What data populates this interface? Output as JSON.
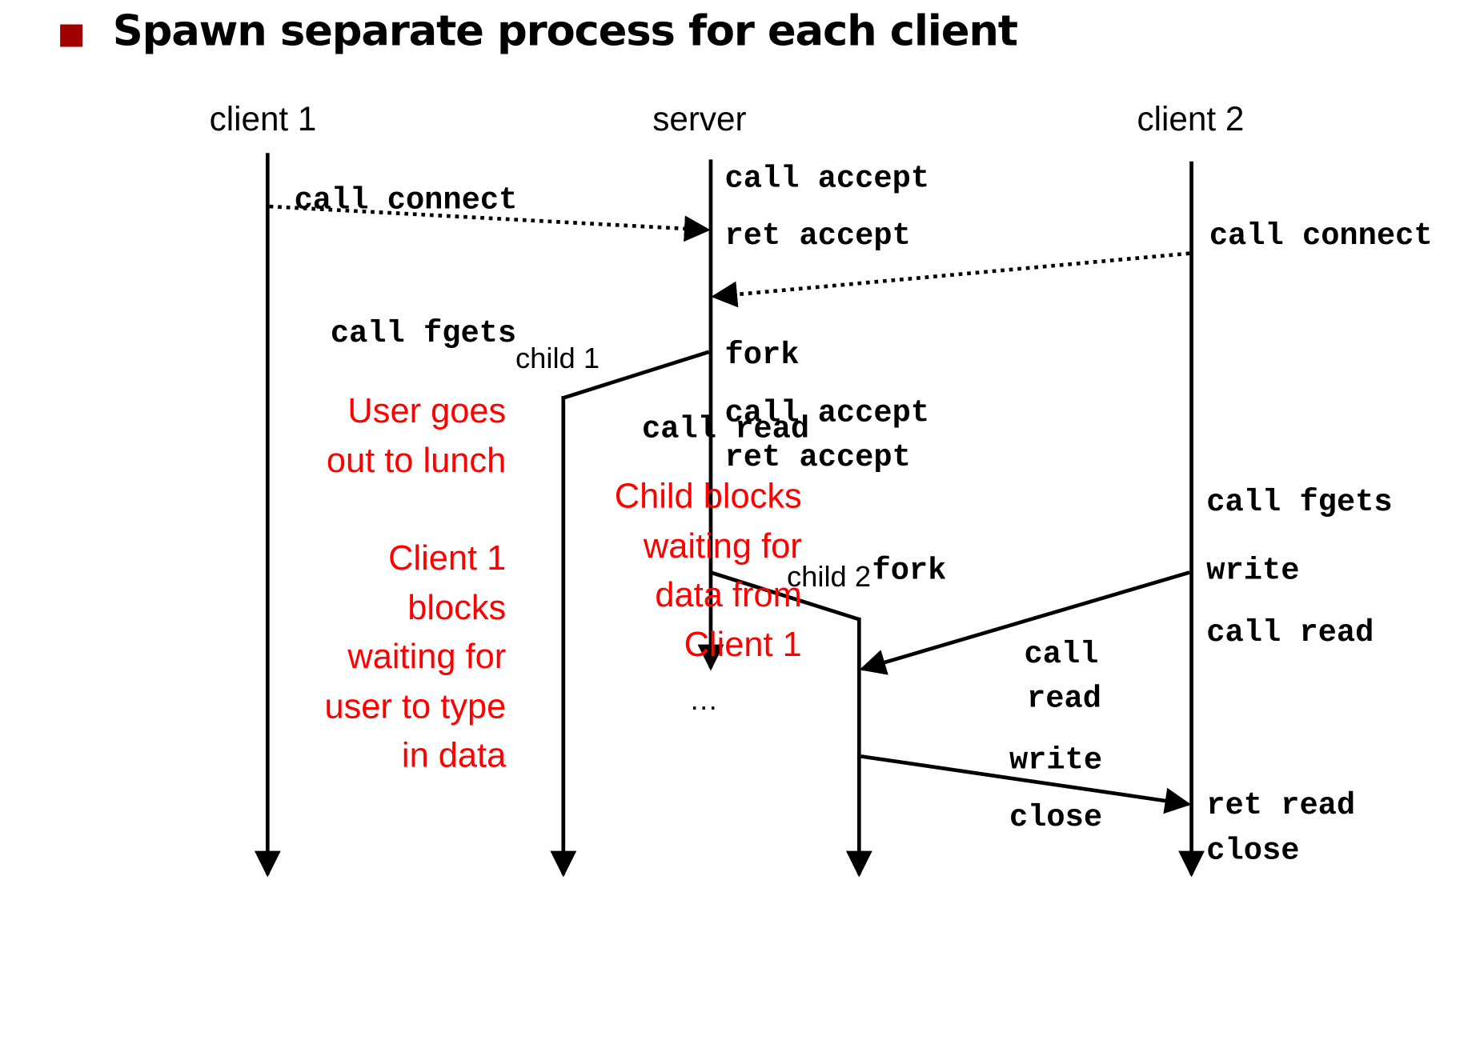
{
  "title": "Spawn separate process for each client",
  "colors": {
    "bullet": "#a00000",
    "annotation": "#ff0000",
    "line": "#000000"
  },
  "lanes": {
    "client1": "client 1",
    "server": "server",
    "client2": "client 2"
  },
  "branches": {
    "child1": "child 1",
    "child2": "child 2"
  },
  "client1": {
    "call_connect": "call connect",
    "call_fgets": "call fgets"
  },
  "server": {
    "call_accept": "call accept",
    "ret_accept": "ret accept",
    "fork": "fork",
    "call_accept_2": "call accept",
    "ret_accept_2": "ret accept",
    "fork_2": "fork",
    "ellipsis": "…"
  },
  "client2": {
    "call_connect": "call connect",
    "call_fgets": "call fgets",
    "write": "write",
    "call_read": "call read",
    "ret_read": "ret read",
    "close": "close"
  },
  "child1": {
    "call_read": "call read"
  },
  "child2": {
    "call": "call",
    "read": "read",
    "write": "write",
    "close": "close"
  },
  "notes": {
    "client1_lunch": [
      "User goes",
      "out to lunch"
    ],
    "client1_blocks": [
      "Client 1",
      "blocks",
      "waiting for",
      "user to type",
      "in data"
    ],
    "child1_blocks": [
      "Child blocks",
      "waiting for",
      "data from",
      "Client 1"
    ]
  }
}
